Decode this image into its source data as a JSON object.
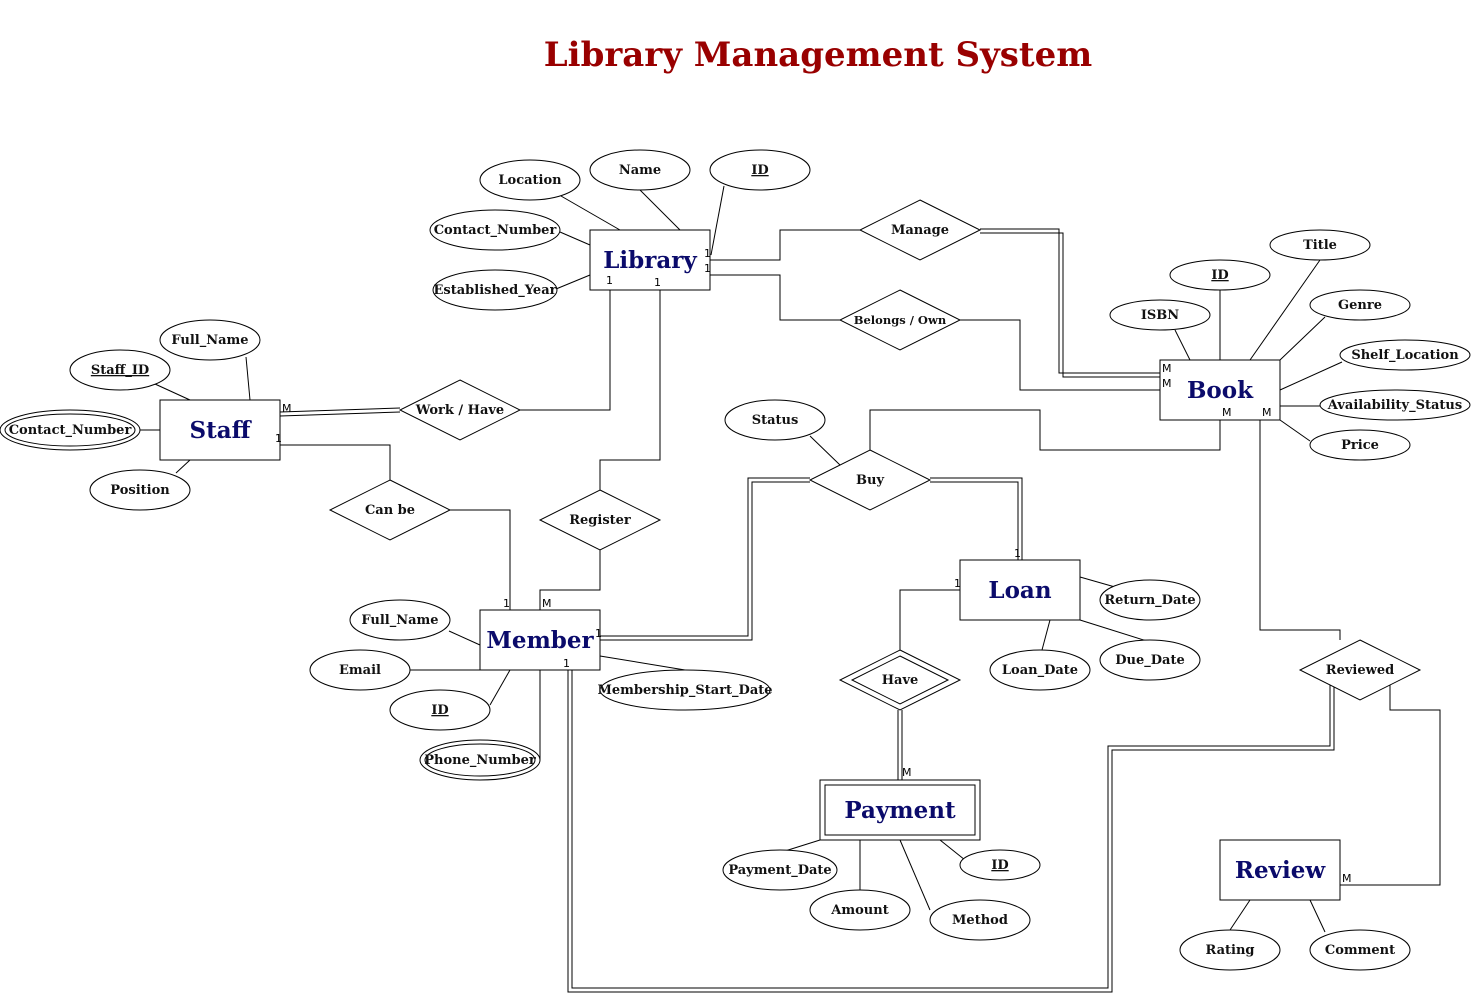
{
  "title": "Library Management System",
  "entities": {
    "library": "Library",
    "book": "Book",
    "staff": "Staff",
    "member": "Member",
    "loan": "Loan",
    "payment": "Payment",
    "review": "Review"
  },
  "relationships": {
    "manage": "Manage",
    "belongs_own": "Belongs / Own",
    "work_have": "Work / Have",
    "register": "Register",
    "can_be": "Can be",
    "buy": "Buy",
    "have": "Have",
    "reviewed": "Reviewed"
  },
  "attributes": {
    "library": {
      "location": "Location",
      "name": "Name",
      "id": "ID",
      "contact_number": "Contact_Number",
      "established_year": "Established_Year"
    },
    "book": {
      "title": "Title",
      "id": "ID",
      "isbn": "ISBN",
      "genre": "Genre",
      "shelf_location": "Shelf_Location",
      "availability_status": "Availability_Status",
      "price": "Price"
    },
    "staff": {
      "full_name": "Full_Name",
      "staff_id": "Staff_ID",
      "contact_number": "Contact_Number",
      "position": "Position"
    },
    "member": {
      "full_name": "Full_Name",
      "email": "Email",
      "id": "ID",
      "phone_number": "Phone_Number",
      "membership_start_date": "Membership_Start_Date"
    },
    "buy": {
      "status": "Status"
    },
    "loan": {
      "return_date": "Return_Date",
      "loan_date": "Loan_Date",
      "due_date": "Due_Date"
    },
    "payment": {
      "payment_date": "Payment_Date",
      "amount": "Amount",
      "method": "Method",
      "id": "ID"
    },
    "review": {
      "rating": "Rating",
      "comment": "Comment"
    }
  },
  "cardinalities": {
    "one": "1",
    "many": "M"
  }
}
